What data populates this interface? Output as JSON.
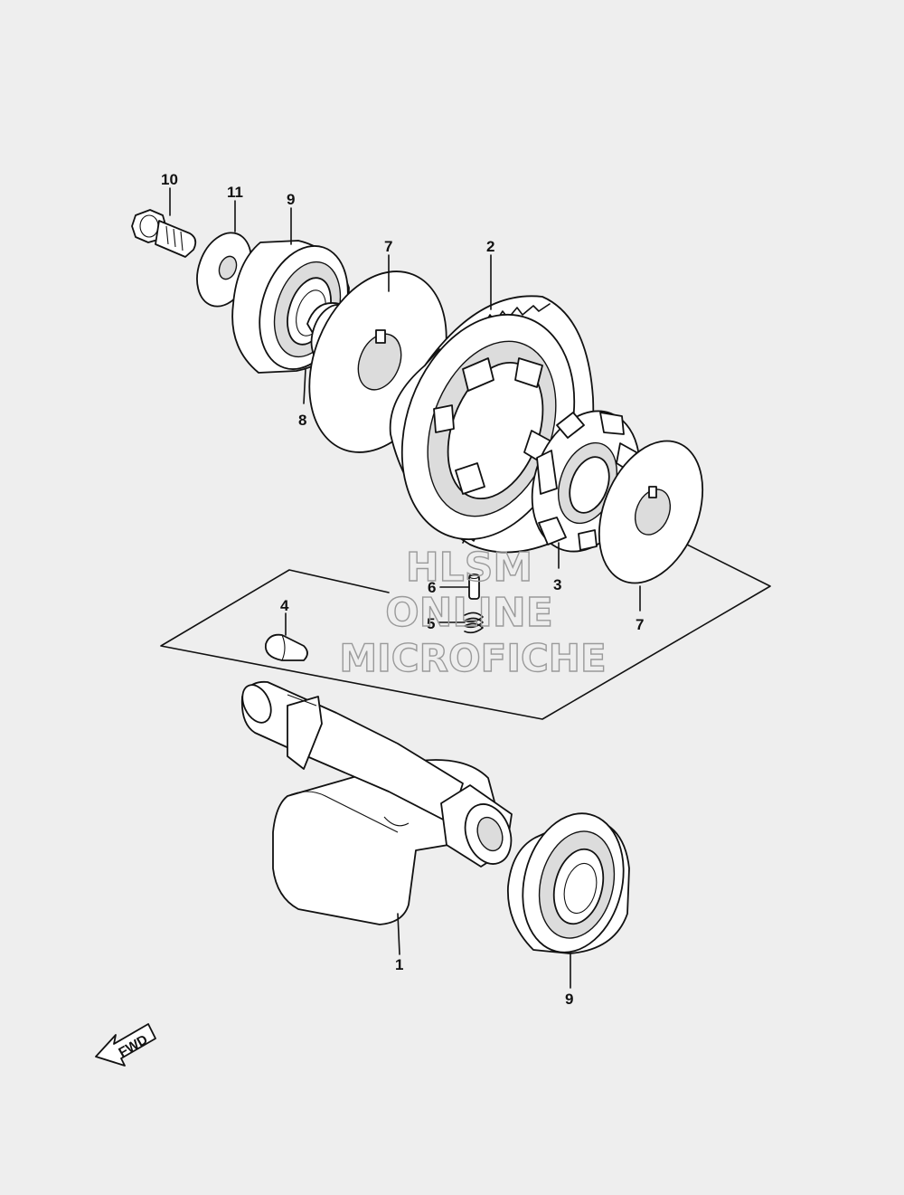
{
  "callouts": {
    "c10": "10",
    "c11": "11",
    "c9_top": "9",
    "c7_top": "7",
    "c2": "2",
    "c8": "8",
    "c3": "3",
    "c6": "6",
    "c5": "5",
    "c4": "4",
    "c7_right": "7",
    "c1": "1",
    "c9_bottom": "9"
  },
  "watermark": {
    "line1": "HLSM",
    "line2": "ONLINE",
    "line3": "MICROFICHE"
  },
  "fwd_label": "FWD",
  "colors": {
    "background": "#eeeeee",
    "ink": "#111111",
    "watermark": "#9a9a9a"
  }
}
